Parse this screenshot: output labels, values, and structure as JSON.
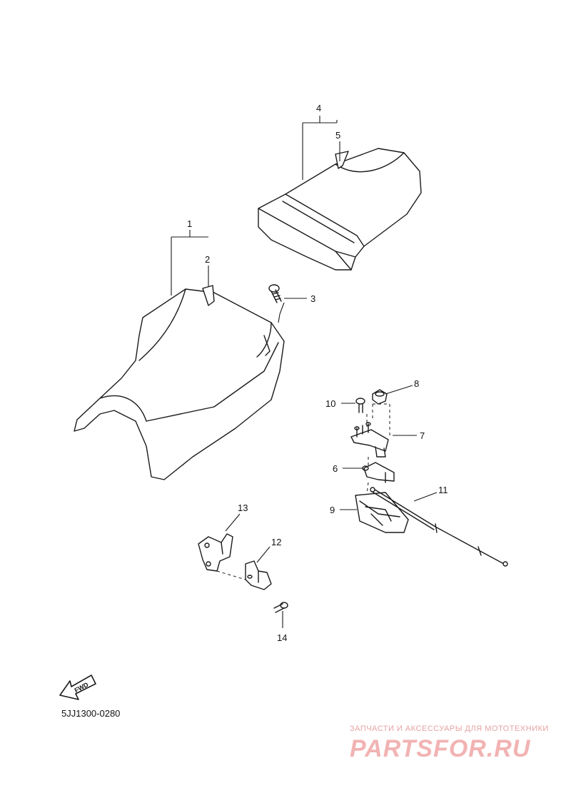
{
  "diagram": {
    "callouts": [
      {
        "id": "1",
        "label": "1"
      },
      {
        "id": "2",
        "label": "2"
      },
      {
        "id": "3",
        "label": "3"
      },
      {
        "id": "4",
        "label": "4"
      },
      {
        "id": "5",
        "label": "5"
      },
      {
        "id": "6",
        "label": "6"
      },
      {
        "id": "7",
        "label": "7"
      },
      {
        "id": "8",
        "label": "8"
      },
      {
        "id": "9",
        "label": "9"
      },
      {
        "id": "10",
        "label": "10"
      },
      {
        "id": "11",
        "label": "11"
      },
      {
        "id": "12",
        "label": "12"
      },
      {
        "id": "13",
        "label": "13"
      },
      {
        "id": "14",
        "label": "14"
      }
    ],
    "fwd_label": "FWD",
    "drawing_code": "5JJ1300-0280"
  },
  "watermark": {
    "tagline": "ЗАПЧАСТИ И АКСЕССУАРЫ ДЛЯ МОТОТЕХНИКИ",
    "brand": "PARTSFOR.RU",
    "color": "#f2b3b3"
  }
}
